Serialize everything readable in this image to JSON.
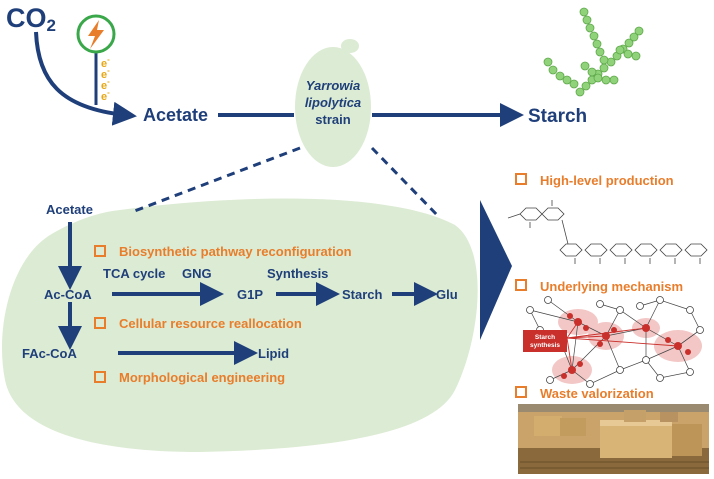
{
  "top": {
    "co2_main": "CO",
    "co2_sub": "2",
    "electrons": [
      "e",
      "e",
      "e",
      "e"
    ],
    "electron_sup": "-",
    "acetate": "Acetate",
    "strain_line1": "Yarrowia",
    "strain_line2": "lipolytica",
    "strain_line3": "strain",
    "starch": "Starch"
  },
  "pathway": {
    "acetate": "Acetate",
    "accoa": "Ac-CoA",
    "tca": "TCA cycle",
    "gng": "GNG",
    "g1p": "G1P",
    "synthesis": "Synthesis",
    "starch": "Starch",
    "glu": "Glu",
    "facoa": "FAc-CoA",
    "lipid": "Lipid",
    "strategies": [
      "Biosynthetic pathway reconfiguration",
      "Cellular resource reallocation",
      "Morphological engineering"
    ]
  },
  "outcomes": {
    "items": [
      "High-level production",
      "Underlying mechanism",
      "Waste valorization"
    ],
    "network_label_line1": "Starch",
    "network_label_line2": "synthesis"
  },
  "colors": {
    "navy": "#1f3f7a",
    "orange": "#e87d2b",
    "cell_fill": "#dcebd3",
    "starch_green": "#8fd27a",
    "bolt_circle": "#3aa84a",
    "electron_yellow": "#e6a817",
    "network_red": "#c9302c"
  }
}
